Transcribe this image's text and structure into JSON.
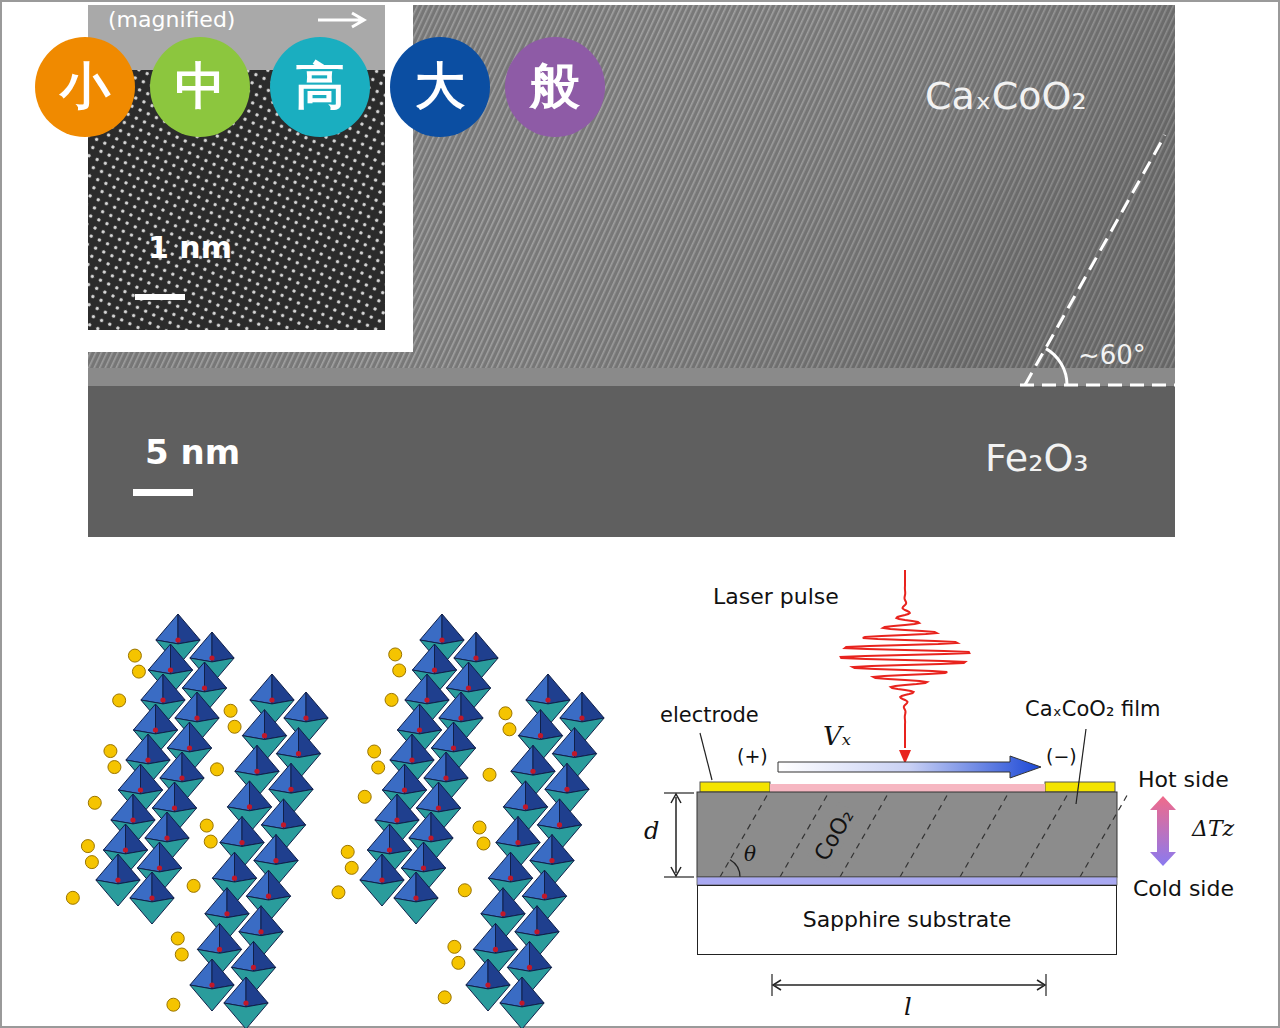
{
  "diagram": {
    "nodes": [
      {
        "text": [
          "小"
        ]
      },
      {
        "text": [
          "中"
        ]
      },
      {
        "text": [
          "高"
        ]
      },
      {
        "text": [
          "大"
        ]
      },
      {
        "text": [
          "般"
        ]
      },
      {
        "text": [
          "CaₓCoO₂",
          "~60°",
          "5 nm",
          "Fe₂O₃"
        ]
      },
      {
        "text": [
          "(magnified)",
          "1 nm"
        ],
        "in": 5
      },
      {
        "text": [
          "CoO₂"
        ]
      },
      {
        "text": [
          "Sapphire substrate"
        ]
      }
    ],
    "labels": [
      "Laser pulse",
      "electrode",
      "(+)",
      "Vₓ",
      "(−)",
      "CaₓCoO₂ film",
      "Hot side",
      "ΔTz",
      "Cold side",
      "d",
      "θ",
      "l"
    ]
  }
}
